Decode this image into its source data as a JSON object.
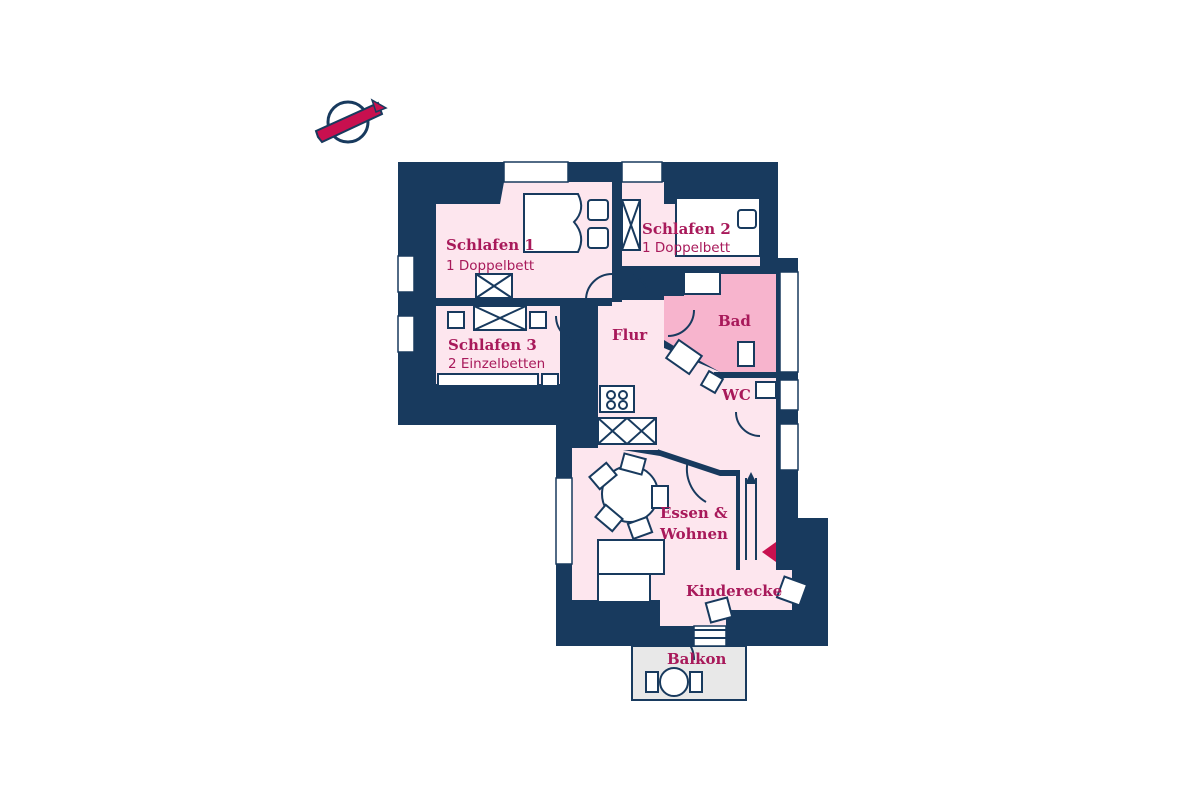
{
  "rooms": {
    "schlafen1": {
      "name": "Schlafen 1",
      "detail": "1 Doppelbett"
    },
    "schlafen2": {
      "name": "Schlafen 2",
      "detail": "1 Doppelbett"
    },
    "schlafen3": {
      "name": "Schlafen 3",
      "detail": "2 Einzelbetten"
    },
    "flur": {
      "name": "Flur"
    },
    "bad": {
      "name": "Bad"
    },
    "wc": {
      "name": "WC"
    },
    "essen_line1": {
      "name": "Essen &"
    },
    "essen_line2": {
      "name": "Wohnen"
    },
    "kinderecke": {
      "name": "Kinderecke"
    },
    "balkon": {
      "name": "Balkon"
    }
  },
  "colors": {
    "wall": "#183a5e",
    "floor": "#fde6ee",
    "bath": "#f7b4cd",
    "accent": "#c8104f",
    "label": "#a8195a",
    "balcony": "#e8e8e8"
  },
  "icons": [
    "compass-icon",
    "entrance-arrow-icon"
  ]
}
